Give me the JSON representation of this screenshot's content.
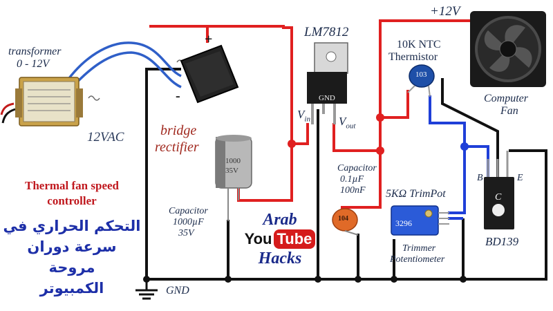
{
  "labels": {
    "transformer": "transformer",
    "transformer_voltage": "0 - 12V",
    "vac": "12VAC",
    "bridge_1": "bridge",
    "bridge_2": "rectifier",
    "regulator": "LM7812",
    "plus12": "+12V",
    "ntc_1": "10K  NTC",
    "ntc_2": "Thermistor",
    "ntc_code": "103",
    "fan_1": "Computer",
    "fan_2": "Fan",
    "gnd_pin": "GND",
    "vin": "V",
    "vin_sub": "in",
    "vout": "V",
    "vout_sub": "out",
    "cap_small_1": "Capacitor",
    "cap_small_2": "0.1µF",
    "cap_small_3": "100nF",
    "cap_small_code": "104",
    "trimpot_title": "5KΩ  TrimPot",
    "trimpot_code": "3296",
    "trimmer_1": "Trimmer",
    "trimmer_2": "Potentiometer",
    "cap_big_1": "Capacitor",
    "cap_big_2": "1000µF",
    "cap_big_3": "35V",
    "cap_big_body": "1000 35V",
    "pin_b": "B",
    "pin_e": "E",
    "pin_c": "C",
    "transistor": "BD139",
    "gnd": "GND",
    "plus_sign": "+",
    "minus_sign": "-"
  },
  "title": {
    "en_1": "Thermal fan speed",
    "en_2": "controller",
    "ar_1": "التحكم الحراري في",
    "ar_2": "سرعة دوران مروحة",
    "ar_3": "الكمبيوتر"
  },
  "logo": {
    "line1": "Arab",
    "you": "You",
    "tube": "Tube",
    "line3": "Hacks"
  },
  "colors": {
    "positive_wire": "#e02020",
    "ground_wire": "#111111",
    "signal_wire": "#1f3fd8",
    "ac_wire": "#2f5fc8",
    "title_red": "#c0181e",
    "title_blue": "#1d2fa8"
  }
}
